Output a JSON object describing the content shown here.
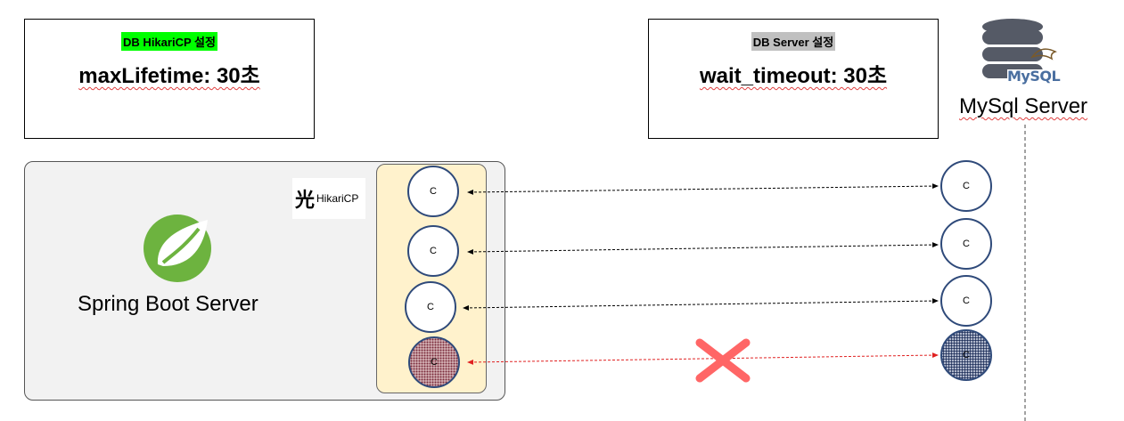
{
  "hikari_box": {
    "tag": "DB HikariCP 설정",
    "setting": "maxLifetime: 30초",
    "tag_color": "#00ff00"
  },
  "db_box": {
    "tag": "DB Server 설정",
    "setting": "wait_timeout: 30초",
    "tag_color": "#c0c0c0"
  },
  "mysql": {
    "logo_text": "MySQL",
    "label": "MySql Server"
  },
  "spring": {
    "label": "Spring Boot Server",
    "logo_color": "#6db33f"
  },
  "hikari_logo": {
    "glyph": "光",
    "text": "HikariCP"
  },
  "pool_connections": [
    {
      "label": "C",
      "status": "alive"
    },
    {
      "label": "C",
      "status": "alive"
    },
    {
      "label": "C",
      "status": "alive"
    },
    {
      "label": "C",
      "status": "dead"
    }
  ],
  "db_connections": [
    {
      "label": "C",
      "status": "alive"
    },
    {
      "label": "C",
      "status": "alive"
    },
    {
      "label": "C",
      "status": "alive"
    },
    {
      "label": "C",
      "status": "dead"
    }
  ],
  "colors": {
    "alive_link": "#000000",
    "dead_link": "#e02020",
    "cross": "#ff6666"
  }
}
